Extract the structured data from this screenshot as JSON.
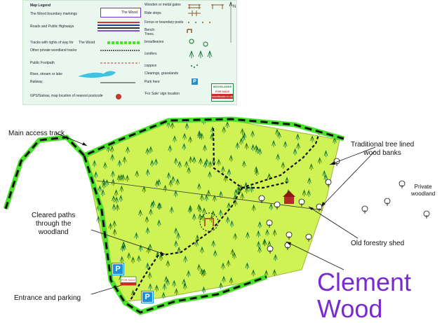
{
  "legend": {
    "title": "Map Legend",
    "boundary": "The Wood boundary markings",
    "boundary_box": "The Wood",
    "roads": "Roads and Public Highways",
    "tracks_row": "Tracks with rights of way for",
    "tracks_row_suffix": "The Wood",
    "private_tracks": "Other private woodland tracks",
    "footpath": "Public Footpath",
    "rivers": "River, stream or lake",
    "railway": "Railway",
    "gps": "GPS/Satnav, map location of nearest postcode",
    "gates": "Wooden or metal gates",
    "ride_stops": "Ride stops",
    "fences": "Fence or boundary posts",
    "bench": "Bench\nTrees.",
    "broadleaves": "broadleaves",
    "conifers": "conifers",
    "coppice": "coppice",
    "clearings": "Clearings, grasslands",
    "park": "Park here",
    "for_sale": "'For Sale' sign location",
    "logo_top": "WOODLANDS",
    "logo_mid": "FOR SALE",
    "logo_bottom": "woodlands.co.uk",
    "park_glyph": "P",
    "north_glyph": "N"
  },
  "labels": {
    "main_access_track": "Main access track",
    "traditional_banks": "Traditional tree lined\nwood banks",
    "private_woodland": "Private\nwoodland",
    "cleared_paths": "Cleared paths\nthrough the\nwoodland",
    "old_shed": "Old forestry shed",
    "entrance": "Entrance and parking",
    "title": "Clement\nWood",
    "parking": "P",
    "sale_sign": "FOR SALE"
  },
  "colors": {
    "wood_fill": "#cff254",
    "boundary_green": "#48e22a",
    "boundary_dash": "#111111",
    "tree": "#0d6e2a",
    "title": "#7a2ad1",
    "parking": "#1c8fd8",
    "shed": "#b22a24"
  }
}
